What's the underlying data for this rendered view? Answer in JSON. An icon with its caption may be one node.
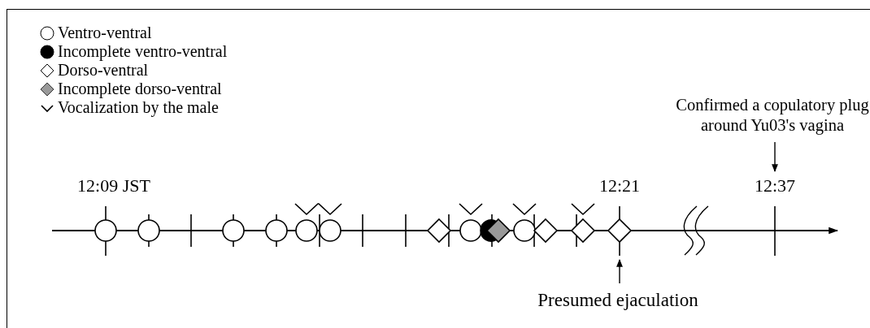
{
  "diagram": {
    "nodes": [
      {
        "text": [
          "Confirmed a copulatory plug around Yu03's vagina"
        ]
      },
      {
        "text": [
          "12:37"
        ]
      },
      {
        "text": [],
        "shape": "circle",
        "beside": [
          "12:09 JST"
        ]
      },
      {
        "text": [],
        "shape": "circle"
      },
      {
        "text": [],
        "shape": "circle"
      },
      {
        "text": [],
        "shape": "circle"
      },
      {
        "text": [],
        "shape": "circle"
      },
      {
        "text": [],
        "shape": "circle"
      },
      {
        "text": [],
        "shape": "diamond"
      },
      {
        "text": [],
        "shape": "circle"
      },
      {
        "text": [],
        "shape": "dot"
      },
      {
        "text": [],
        "shape": "diamond"
      },
      {
        "text": [],
        "shape": "circle"
      },
      {
        "text": [],
        "shape": "diamond"
      },
      {
        "text": [],
        "shape": "diamond"
      },
      {
        "text": [],
        "shape": "diamond",
        "beside": [
          "12:21"
        ]
      },
      {
        "text": [
          "Presumed ejaculation"
        ]
      }
    ],
    "edges": [
      {
        "from": 0,
        "to": 1,
        "arrow": "to"
      },
      {
        "from": 16,
        "to": 15,
        "arrow": "to"
      }
    ],
    "legend": [
      {
        "text": "Ventro-ventral"
      },
      {
        "text": "Incomplete ventro-ventral"
      },
      {
        "text": "Dorso-ventral"
      },
      {
        "text": "Incomplete dorso-ventral"
      },
      {
        "text": "Vocalization by the male"
      }
    ]
  }
}
